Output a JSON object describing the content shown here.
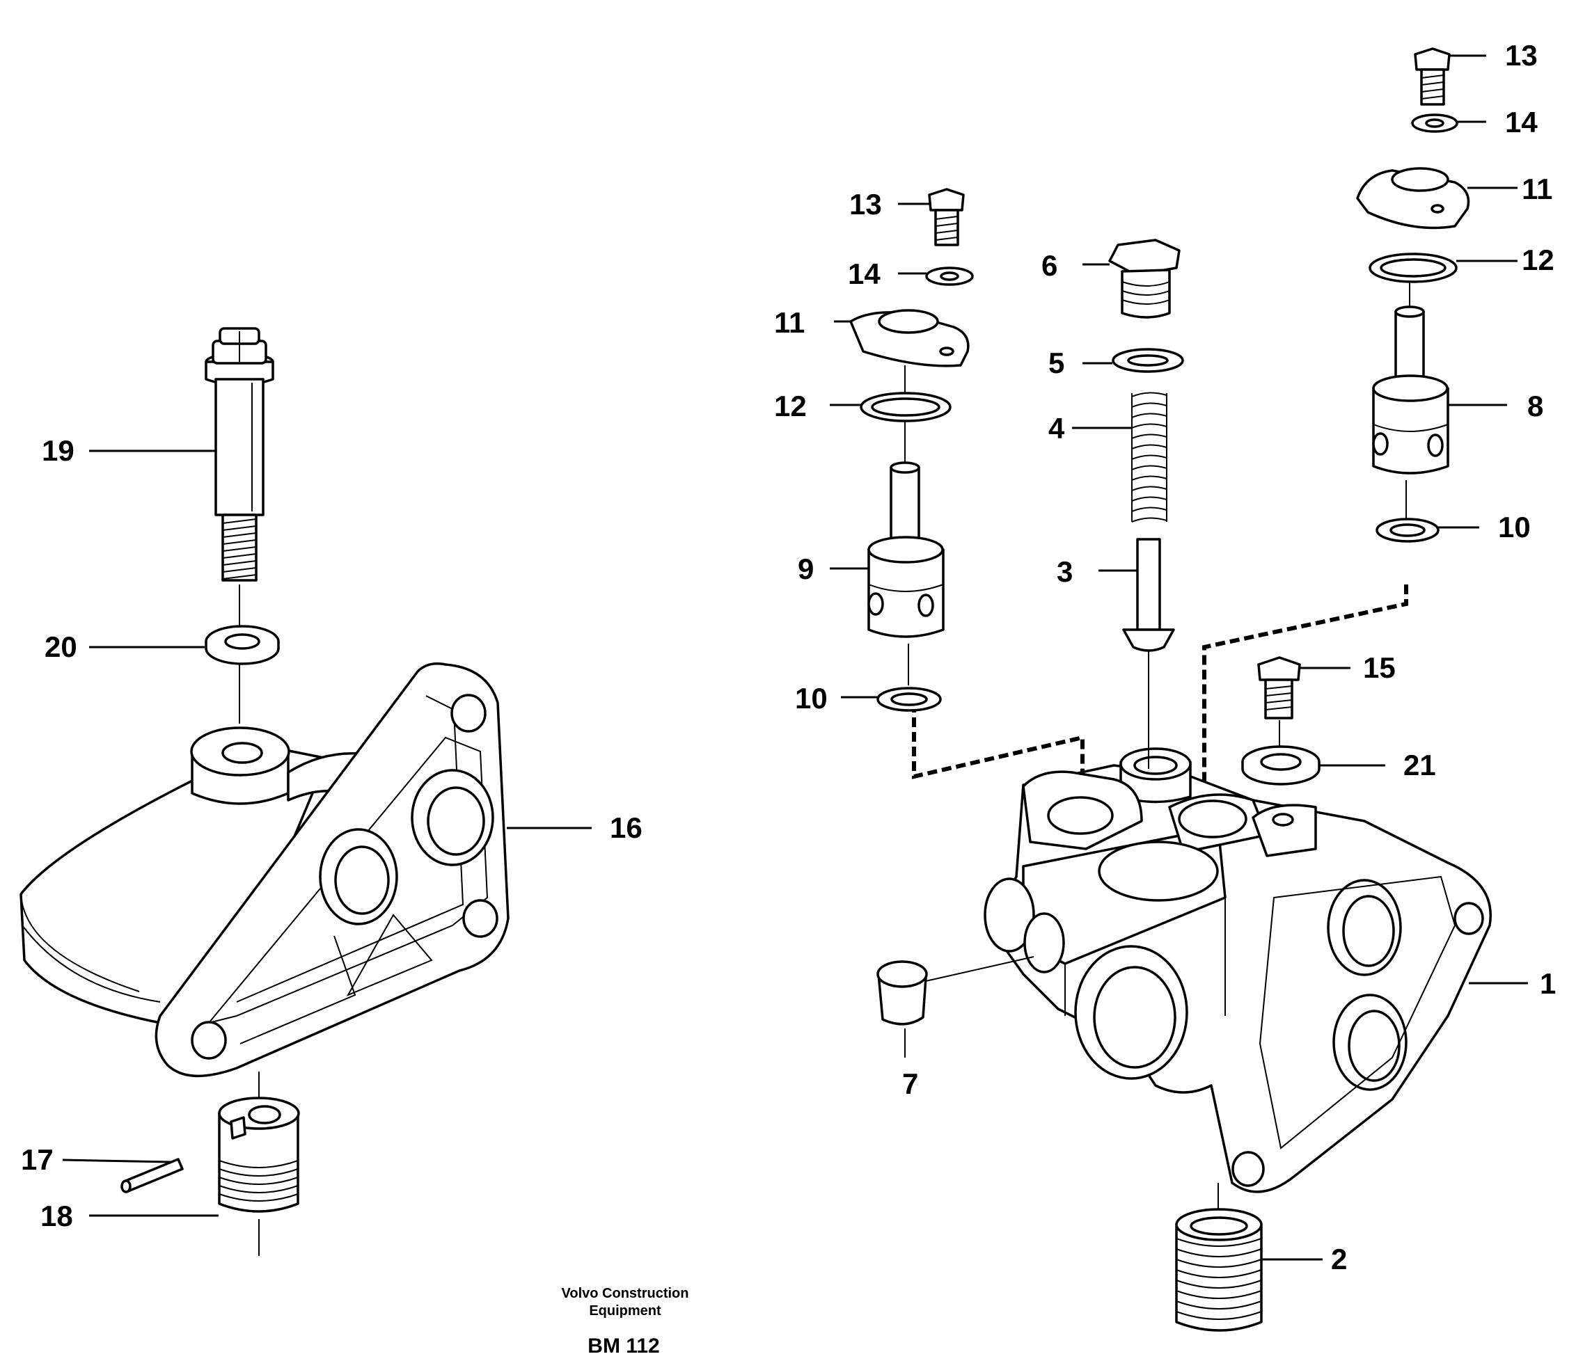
{
  "figure": {
    "publisher_line1": "Volvo Construction",
    "publisher_line2": "Equipment",
    "document_code": "BM 112"
  },
  "callouts": {
    "c1": "1",
    "c2": "2",
    "c3": "3",
    "c4": "4",
    "c5": "5",
    "c6": "6",
    "c7": "7",
    "c8": "8",
    "c9": "9",
    "c10a": "10",
    "c10b": "10",
    "c11a": "11",
    "c11b": "11",
    "c12a": "12",
    "c12b": "12",
    "c13a": "13",
    "c13b": "13",
    "c14a": "14",
    "c14b": "14",
    "c15": "15",
    "c16": "16",
    "c17": "17",
    "c18": "18",
    "c19": "19",
    "c20": "20",
    "c21": "21"
  }
}
